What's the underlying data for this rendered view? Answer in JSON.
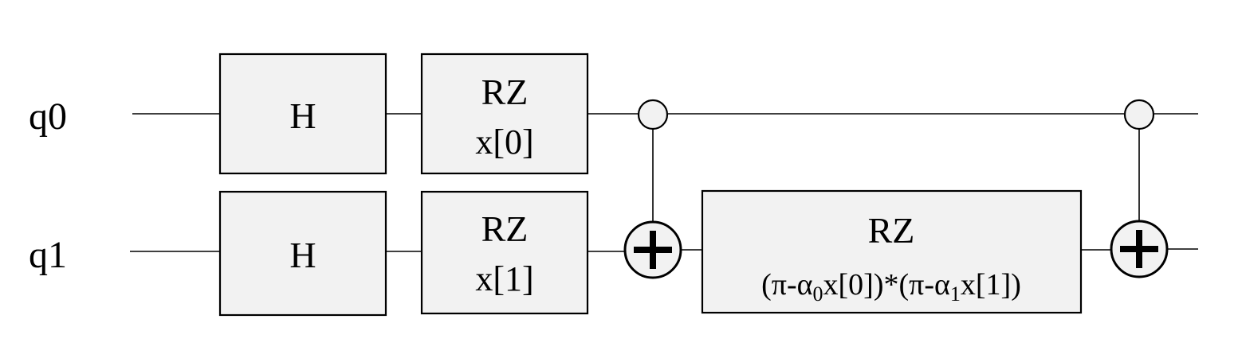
{
  "qubits": [
    {
      "label": "q0"
    },
    {
      "label": "q1"
    }
  ],
  "gates": {
    "h_q0": {
      "name": "H"
    },
    "h_q1": {
      "name": "H"
    },
    "rz_q0": {
      "name": "RZ",
      "param": "x[0]"
    },
    "rz_q1": {
      "name": "RZ",
      "param": "x[1]"
    },
    "rz_entangle": {
      "name": "RZ",
      "param_parts": {
        "p1": "(π-α",
        "sub1": "0",
        "p2": "x[0])*(π-α",
        "sub2": "1",
        "p3": "x[1])"
      }
    }
  },
  "cnots": [
    {
      "control": "q0",
      "target": "q1"
    },
    {
      "control": "q0",
      "target": "q1"
    }
  ],
  "colors": {
    "gate_fill": "#f2f2f2",
    "stroke": "#000000",
    "background": "#ffffff"
  }
}
